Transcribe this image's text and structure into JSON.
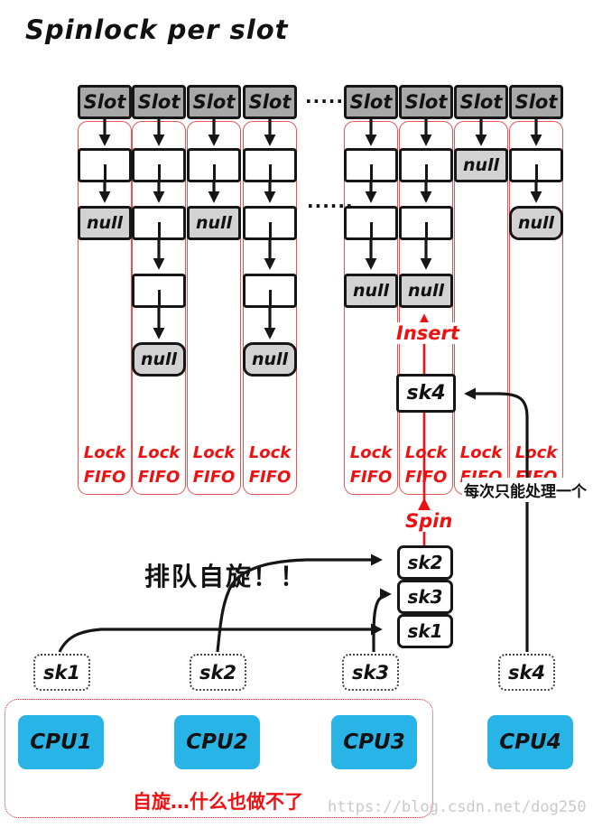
{
  "title": "Spinlock per slot",
  "colors": {
    "accent_red": "#ee1111",
    "ring_red": "#e85052",
    "cpu_blue": "#29b4e8",
    "slot_gray": "#a8a8a8",
    "null_gray": "#d2d2d2",
    "line_black": "#161616",
    "watermark_gray": "#c9c9c9"
  },
  "labels": {
    "slot": "Slot",
    "null": "null",
    "lock": "Lock",
    "fifo": "FIFO",
    "insert": "Insert",
    "spin": "Spin",
    "dots": "......",
    "one_at_a_time": "每次只能处理一个",
    "queue_spin": "排队自旋！！",
    "spin_helpless": "自旋…什么也做不了",
    "watermark": "https://blog.csdn.net/dog250"
  },
  "structure": {
    "ring_label": "Lock FIFO",
    "left_columns": [
      [
        "Slot",
        "node",
        "null"
      ],
      [
        "Slot",
        "node",
        "node",
        "node",
        "null"
      ],
      [
        "Slot",
        "node",
        "null"
      ],
      [
        "Slot",
        "node",
        "node",
        "node",
        "null"
      ]
    ],
    "right_columns": [
      [
        "Slot",
        "node",
        "node",
        "null"
      ],
      [
        "Slot",
        "node",
        "node",
        "null"
      ],
      [
        "Slot",
        "null"
      ],
      [
        "Slot",
        "node",
        "null"
      ]
    ]
  },
  "wait_stack": [
    "sk2",
    "sk3",
    "sk1"
  ],
  "insert_socket": "sk4",
  "sockets": [
    "sk1",
    "sk2",
    "sk3",
    "sk4"
  ],
  "cpus": [
    "CPU1",
    "CPU2",
    "CPU3",
    "CPU4"
  ]
}
